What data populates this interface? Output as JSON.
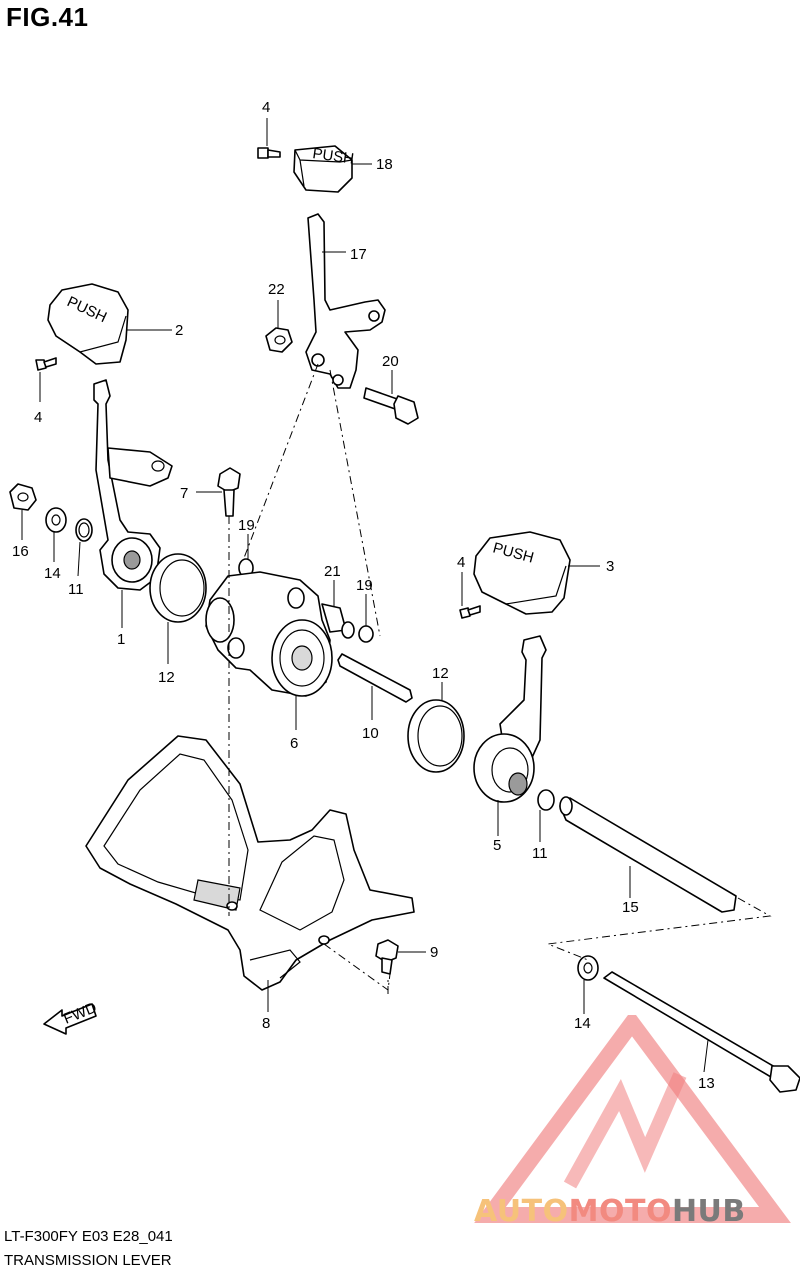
{
  "figure": {
    "title": "FIG.41",
    "model_code": "LT-F300FY E03 E28_041",
    "caption": "TRANSMISSION LEVER"
  },
  "callouts": [
    "4",
    "18",
    "17",
    "22",
    "2",
    "20",
    "4",
    "7",
    "19",
    "16",
    "14",
    "11",
    "21",
    "19",
    "4",
    "3",
    "1",
    "12",
    "6",
    "12",
    "10",
    "5",
    "11",
    "15",
    "9",
    "8",
    "14",
    "13"
  ],
  "embossed_text": {
    "knob_2": "PUSH",
    "knob_3": "PUSH",
    "knob_18": "PUSH",
    "fwd_arrow": "FWD"
  },
  "watermark": {
    "part1": "AUTO",
    "part2": "MOTO",
    "part3": "HUB",
    "colors": {
      "auto": "#f6c27a",
      "moto": "#f28a80",
      "hub": "#7a7a7a",
      "triangle": "#f08080"
    }
  }
}
